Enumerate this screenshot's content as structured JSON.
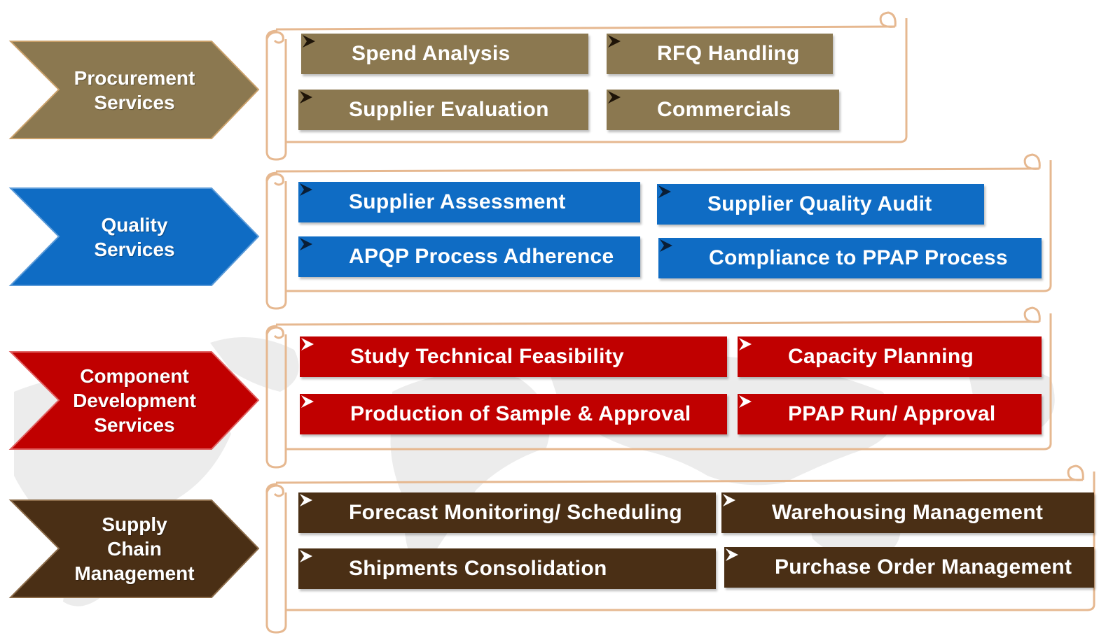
{
  "colors": {
    "procurement": "#8b7850",
    "quality": "#0f6cc4",
    "component": "#c00000",
    "supply": "#4a2f15",
    "scroll_border": "#e6b890"
  },
  "bullet_icon": "arrowhead-bullet-icon",
  "categories": [
    {
      "label": "Procurement\nServices",
      "items": [
        "Spend Analysis",
        "RFQ Handling",
        "Supplier Evaluation",
        "Commercials"
      ]
    },
    {
      "label": "Quality\nServices",
      "items": [
        "Supplier Assessment",
        "Supplier Quality  Audit",
        "APQP Process  Adherence",
        "Compliance to PPAP Process"
      ]
    },
    {
      "label": "Component\nDevelopment\nServices",
      "items": [
        "Study  Technical Feasibility",
        "Capacity  Planning",
        "Production  of Sample & Approval",
        "PPAP Run/ Approval"
      ]
    },
    {
      "label": "Supply\nChain\nManagement",
      "items": [
        "Forecast  Monitoring/  Scheduling",
        "Warehousing  Management",
        "Shipments  Consolidation",
        "Purchase  Order Management"
      ]
    }
  ]
}
